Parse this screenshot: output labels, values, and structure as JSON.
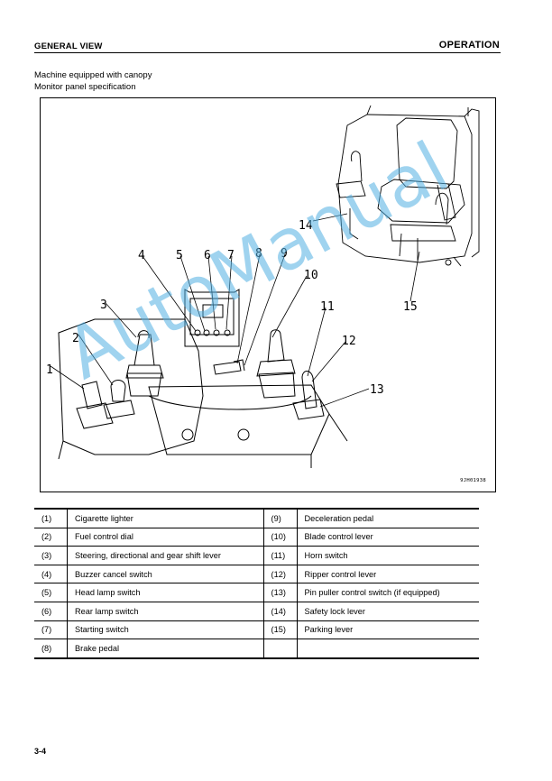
{
  "header": {
    "section": "GENERAL VIEW",
    "chapter": "OPERATION"
  },
  "intro": {
    "line1": "Machine equipped with canopy",
    "line2": "Monitor panel specification"
  },
  "figure": {
    "code": "9JH01938",
    "callouts": [
      "1",
      "2",
      "3",
      "4",
      "5",
      "6",
      "7",
      "8",
      "9",
      "10",
      "11",
      "12",
      "13",
      "14",
      "15"
    ],
    "watermark": "AutoManual"
  },
  "parts_table": {
    "rows": [
      {
        "n1": "(1)",
        "l1": "Cigarette lighter",
        "n2": "(9)",
        "l2": "Deceleration pedal"
      },
      {
        "n1": "(2)",
        "l1": "Fuel control dial",
        "n2": "(10)",
        "l2": "Blade control lever"
      },
      {
        "n1": "(3)",
        "l1": "Steering, directional and gear shift lever",
        "n2": "(11)",
        "l2": "Horn switch"
      },
      {
        "n1": "(4)",
        "l1": "Buzzer cancel switch",
        "n2": "(12)",
        "l2": "Ripper control lever"
      },
      {
        "n1": "(5)",
        "l1": "Head lamp switch",
        "n2": "(13)",
        "l2": "Pin puller control switch (if equipped)"
      },
      {
        "n1": "(6)",
        "l1": "Rear lamp switch",
        "n2": "(14)",
        "l2": "Safety lock lever"
      },
      {
        "n1": "(7)",
        "l1": "Starting switch",
        "n2": "(15)",
        "l2": "Parking lever"
      },
      {
        "n1": "(8)",
        "l1": "Brake pedal",
        "n2": "",
        "l2": ""
      }
    ]
  },
  "footer": {
    "page": "3-4"
  }
}
